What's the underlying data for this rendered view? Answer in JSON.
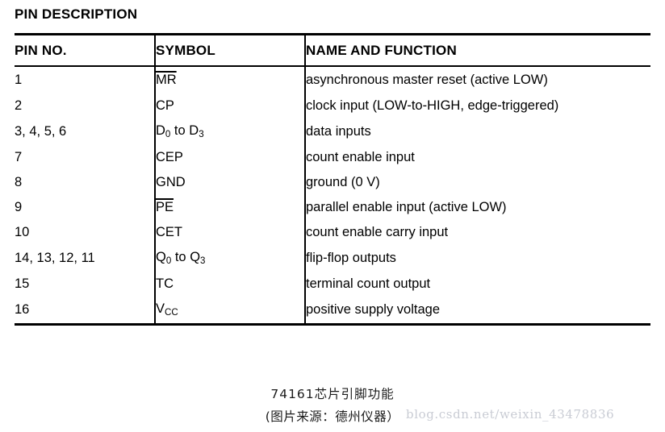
{
  "page": {
    "title": "PIN DESCRIPTION",
    "background_color": "#ffffff",
    "text_color": "#000000"
  },
  "table": {
    "headers": {
      "pin_no": "PIN NO.",
      "symbol": "SYMBOL",
      "name_and_function": "NAME AND FUNCTION"
    },
    "rows": [
      {
        "pin_no": "1",
        "symbol_text": "MR",
        "symbol_style": "overline",
        "name_and_function": "asynchronous master reset (active LOW)"
      },
      {
        "pin_no": "2",
        "symbol_text": "CP",
        "symbol_style": "plain",
        "name_and_function": "clock input (LOW-to-HIGH, edge-triggered)"
      },
      {
        "pin_no": "3, 4, 5, 6",
        "symbol_base": "D",
        "symbol_sub_from": "0",
        "symbol_mid": " to ",
        "symbol_base2": "D",
        "symbol_sub_to": "3",
        "symbol_style": "range",
        "name_and_function": "data inputs"
      },
      {
        "pin_no": "7",
        "symbol_text": "CEP",
        "symbol_style": "plain",
        "name_and_function": "count enable input"
      },
      {
        "pin_no": "8",
        "symbol_text": "GND",
        "symbol_style": "plain",
        "name_and_function": "ground (0 V)"
      },
      {
        "pin_no": "9",
        "symbol_text": "PE",
        "symbol_style": "overline",
        "name_and_function": "parallel enable input (active LOW)"
      },
      {
        "pin_no": "10",
        "symbol_text": "CET",
        "symbol_style": "plain",
        "name_and_function": "count enable carry input"
      },
      {
        "pin_no": "14, 13, 12, 11",
        "symbol_base": "Q",
        "symbol_sub_from": "0",
        "symbol_mid": " to ",
        "symbol_base2": "Q",
        "symbol_sub_to": "3",
        "symbol_style": "range",
        "name_and_function": "flip-flop outputs"
      },
      {
        "pin_no": "15",
        "symbol_text": "TC",
        "symbol_style": "plain",
        "name_and_function": "terminal count output"
      },
      {
        "pin_no": "16",
        "symbol_base": "V",
        "symbol_sub_from": "CC",
        "symbol_style": "sub",
        "name_and_function": "positive supply voltage"
      }
    ]
  },
  "caption": {
    "line1": "74161芯片引脚功能",
    "line2": "(图片来源：德州仪器）"
  },
  "watermark": {
    "text": "blog.csdn.net/weixin_43478836",
    "color": "#c9ccd4"
  }
}
